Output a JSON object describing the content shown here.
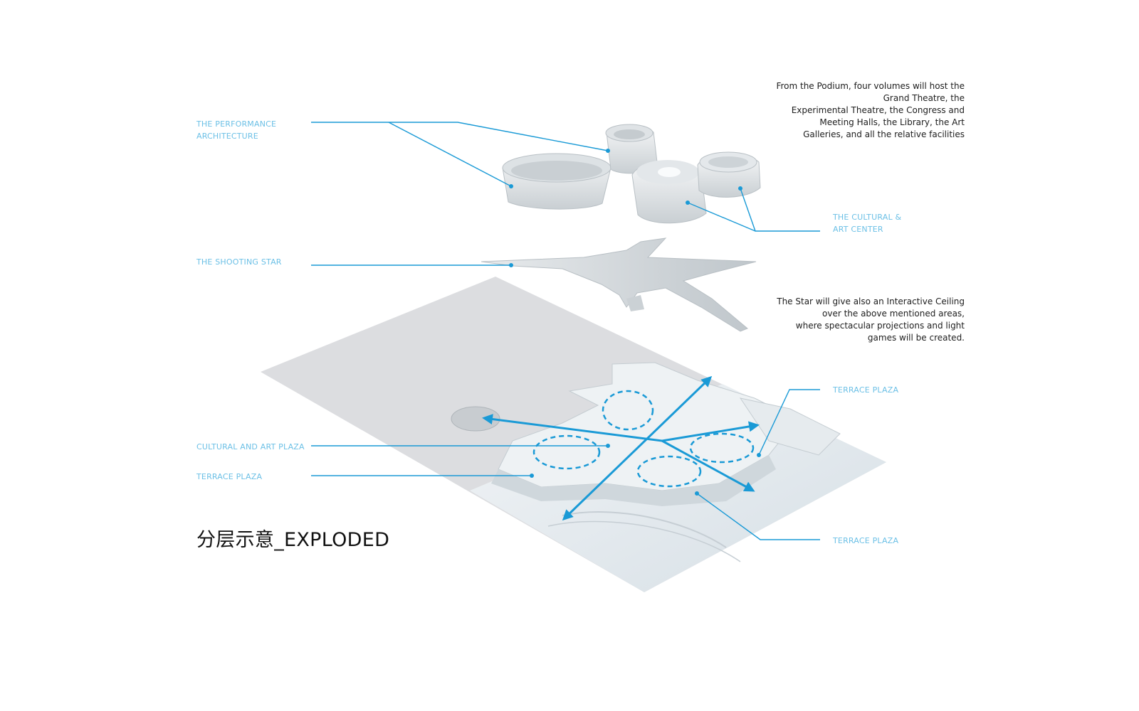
{
  "labels": {
    "performance_architecture": "THE PERFORMANCE\nARCHITECTURE",
    "cultural_art_center": "THE CULTURAL &\nART CENTER",
    "shooting_star": "THE SHOOTING STAR",
    "cultural_and_art_plaza": "CULTURAL AND ART PLAZA",
    "terrace_plaza_left": "TERRACE PLAZA",
    "terrace_plaza_right_top": "TERRACE PLAZA",
    "terrace_plaza_right_bottom": "TERRACE PLAZA"
  },
  "notes": {
    "podium": "From the Podium, four  volumes will  host the\nGrand Theatre, the\nExperimental Theatre, the Congress and\nMeeting Halls, the Library, the Art\nGalleries, and all the relative facilities",
    "star": "The Star will give also an Interactive Ceiling\nover the above mentioned areas,\nwhere spectacular projections and light\ngames will be created."
  },
  "title": "分层示意_EXPLODED",
  "colors": {
    "accent": "#1a9ad6",
    "label_text": "#6cc0e6",
    "model_light": "#eef2f4",
    "model_shadow": "#c4ccd1",
    "site_plane": "#dcdde0"
  }
}
